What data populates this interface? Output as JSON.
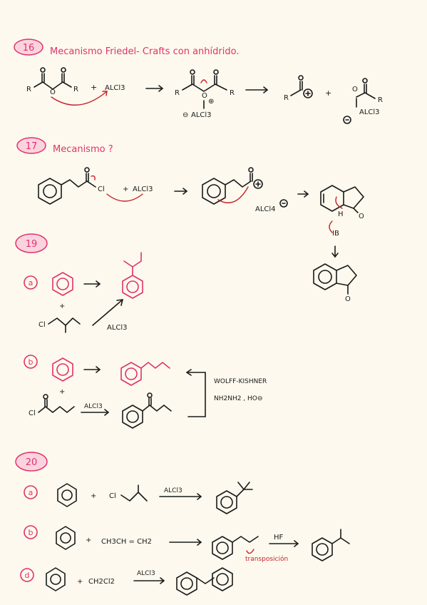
{
  "colors": {
    "paper": "#fdf9ee",
    "ink": "#1a1a1a",
    "accent": "#e0336a",
    "badge_fill": "#fbd3df",
    "arrow_red": "#c8202a"
  },
  "p16": {
    "number": "16",
    "title": "Mecanismo Friedel- Crafts con anhídrido.",
    "r": "R",
    "plus": "+",
    "alcl3": "ALCl3",
    "o": "O",
    "minus": "⊖",
    "plus_circle": "⊕"
  },
  "p17": {
    "number": "17",
    "title": "Mecanismo ?",
    "cl": "Cl",
    "alcl3": "ALCl3",
    "alcl4": "ALCl4",
    "h": "H",
    "b": "IB",
    "o": "O"
  },
  "p19": {
    "number": "19",
    "a": "a",
    "b": "b",
    "cl": "Cl",
    "alcl3": "ALCl3",
    "wolff_kishner": "WOLFF-KISHNER",
    "reagents": "NH2NH2 , HO⊖"
  },
  "p20": {
    "number": "20",
    "a": "a",
    "b": "b",
    "d": "d",
    "cl": "Cl",
    "alcl3": "ALCl3",
    "propene": "CH3CH = CH2",
    "hf": "HF",
    "transposicion": "transposición",
    "ch2cl2": "CH2Cl2"
  }
}
